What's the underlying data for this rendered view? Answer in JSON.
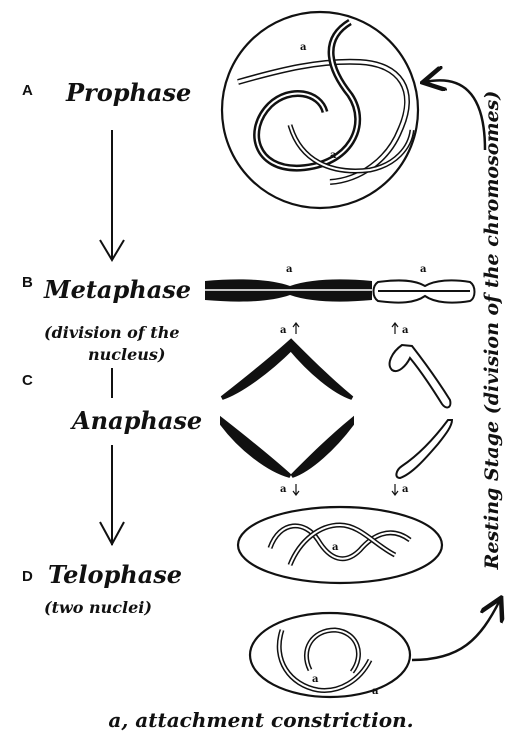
{
  "stages": {
    "a": {
      "letter": "A",
      "name": "Prophase"
    },
    "b": {
      "letter": "B",
      "name": "Metaphase",
      "note_line1": "(division of the",
      "note_line2": "nucleus)"
    },
    "c": {
      "letter": "C",
      "name": "Anaphase"
    },
    "d": {
      "letter": "D",
      "name": "Telophase",
      "note": "(two nuclei)"
    }
  },
  "side_label": "Resting Stage (division of the chromosomes)",
  "marker": "a",
  "caption": "a, attachment constriction."
}
